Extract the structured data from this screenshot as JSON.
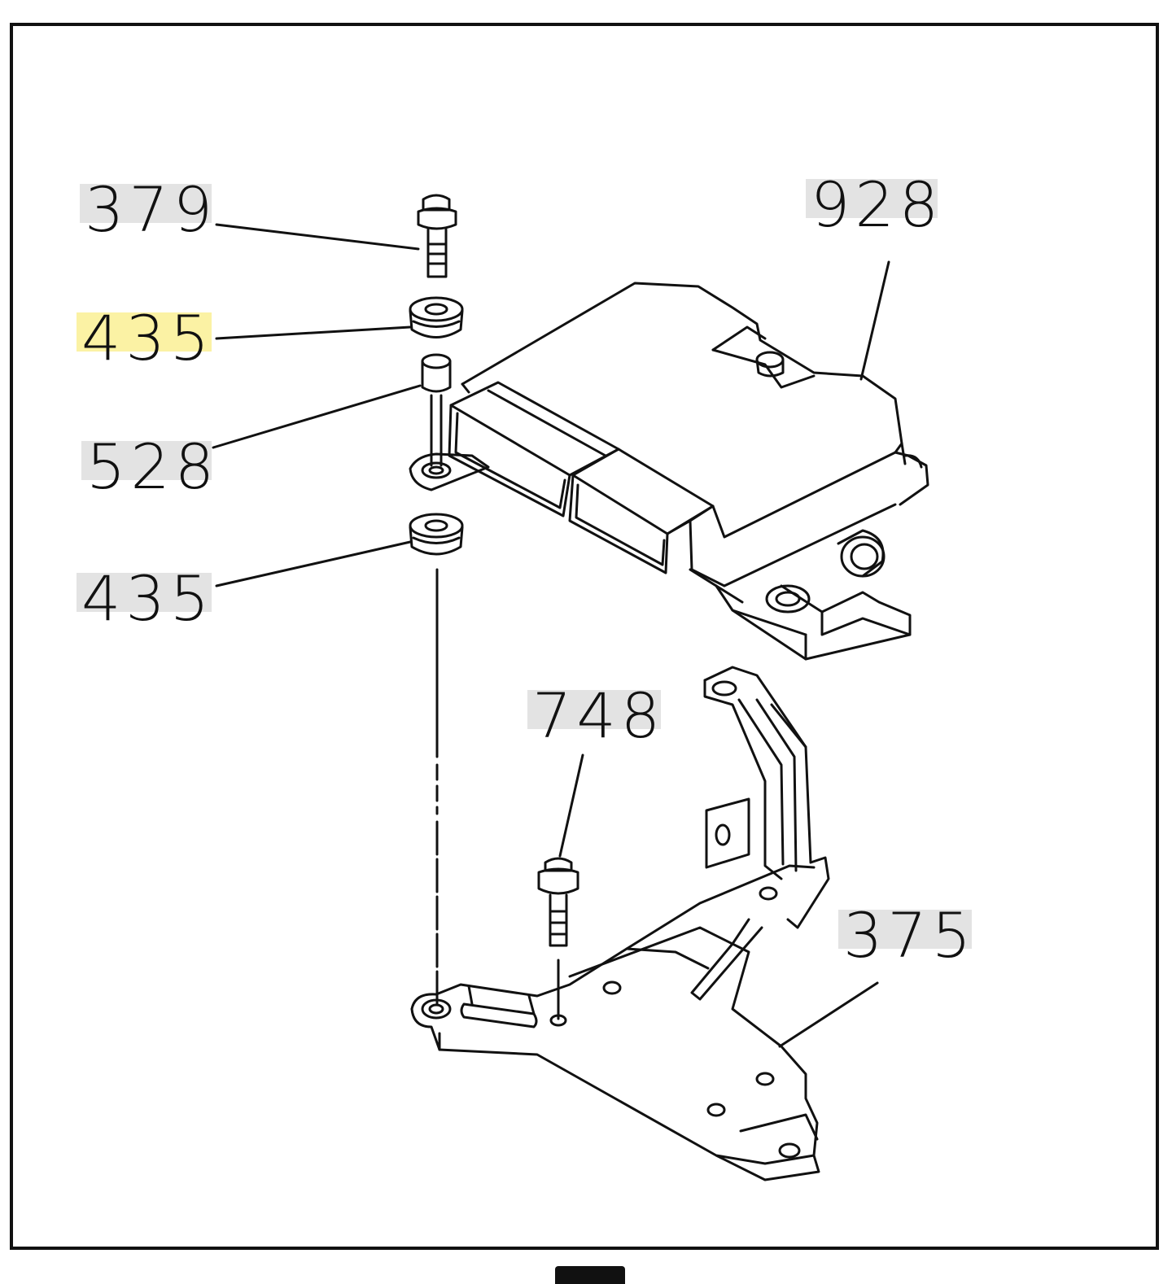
{
  "diagram": {
    "labels": {
      "bolt_top": "379",
      "grommet_upper": "435",
      "collar": "528",
      "grommet_lower": "435",
      "control_unit": "928",
      "bolt_bracket": "748",
      "bracket": "375"
    },
    "highlighted_label": "grommet_upper",
    "colors": {
      "line": "#111111",
      "label_bg": "#e3e3e3",
      "highlight_bg": "#fbf2a4"
    }
  }
}
